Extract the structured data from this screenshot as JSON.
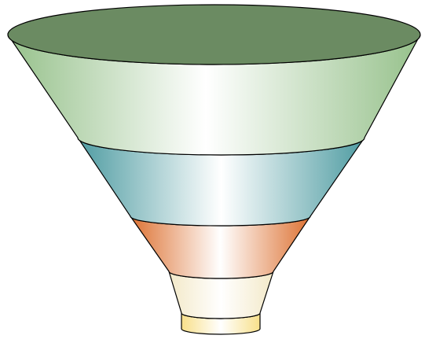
{
  "diagram": {
    "type": "funnel",
    "stage_count": 5,
    "stages": [
      {
        "id": "stage-1",
        "color": "#8fbf86",
        "top_color": "#6b8b62"
      },
      {
        "id": "stage-2",
        "color": "#5aa3a8"
      },
      {
        "id": "stage-3",
        "color": "#df7c3f"
      },
      {
        "id": "stage-4",
        "color": "#f3ead2"
      },
      {
        "id": "stage-5",
        "color": "#f7e59a"
      }
    ],
    "outline_color": "#000000",
    "background": "#ffffff"
  }
}
